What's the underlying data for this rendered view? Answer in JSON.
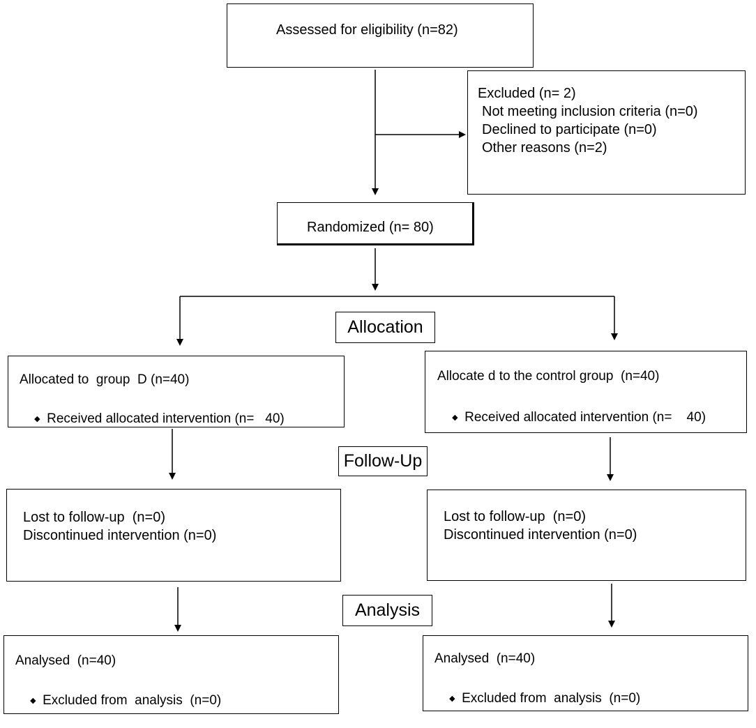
{
  "enrollment": {
    "assessed": "Assessed for eligibility (n=82)",
    "excluded_title": "Excluded (n= 2)",
    "excluded_reasons": [
      "Not meeting inclusion criteria (n=0)",
      "Declined to participate (n=0)",
      "Other reasons (n=2)"
    ],
    "randomized": "Randomized (n= 80)"
  },
  "stages": {
    "allocation": "Allocation",
    "follow_up": "Follow-Up",
    "analysis": "Analysis"
  },
  "left": {
    "allocated": "Allocated to  group  D (n=40)",
    "received": "Received allocated intervention (n=   40)",
    "lost": "Lost to follow-up  (n=0)",
    "discontinued": "Discontinued intervention (n=0)",
    "analysed": "Analysed  (n=40)",
    "excluded_analysis": "Excluded from  analysis  (n=0)"
  },
  "right": {
    "allocated": "Allocate d to the control group  (n=40)",
    "received": "Received allocated intervention (n=    40)",
    "lost": "Lost to follow-up  (n=0)",
    "discontinued": "Discontinued intervention (n=0)",
    "analysed": "Analysed  (n=40)",
    "excluded_analysis": "Excluded from  analysis  (n=0)"
  },
  "icons": {
    "bullet": "diamond-bullet-icon",
    "arrow": "arrow-down-icon"
  }
}
